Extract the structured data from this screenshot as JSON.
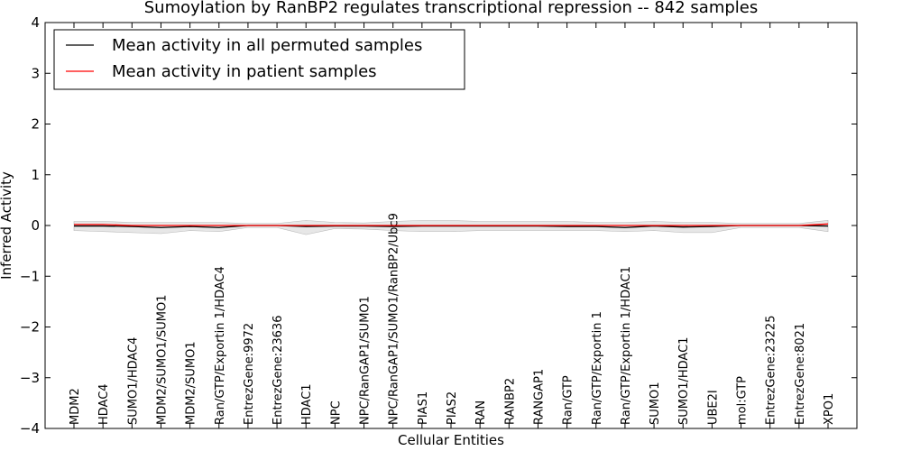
{
  "chart_data": {
    "type": "line",
    "title": "Sumoylation by RanBP2 regulates transcriptional repression -- 842 samples",
    "xlabel": "Cellular Entities",
    "ylabel": "Inferred Activity",
    "ylim": [
      -4,
      4
    ],
    "yticks": [
      "−4",
      "−3",
      "−2",
      "−1",
      "0",
      "1",
      "2",
      "3",
      "4"
    ],
    "grid": false,
    "legend_position": "top-left",
    "categories": [
      "MDM2",
      "HDAC4",
      "SUMO1/HDAC4",
      "MDM2/SUMO1/SUMO1",
      "MDM2/SUMO1",
      "Ran/GTP/Exportin 1/HDAC4",
      "EntrezGene:9972",
      "EntrezGene:23636",
      "HDAC1",
      "NPC",
      "NPC/RanGAP1/SUMO1",
      "NPC/RanGAP1/SUMO1/RanBP2/Ubc9",
      "PIAS1",
      "PIAS2",
      "RAN",
      "RANBP2",
      "RANGAP1",
      "Ran/GTP",
      "Ran/GTP/Exportin 1",
      "Ran/GTP/Exportin 1/HDAC1",
      "SUMO1",
      "SUMO1/HDAC1",
      "UBE2I",
      "mol:GTP",
      "EntrezGene:23225",
      "EntrezGene:8021",
      "XPO1"
    ],
    "series": [
      {
        "name": "Mean activity in all permuted samples",
        "color": "#000000",
        "values": [
          -0.01,
          -0.01,
          -0.02,
          -0.04,
          -0.02,
          -0.04,
          0.0,
          0.0,
          -0.02,
          -0.01,
          -0.01,
          -0.02,
          -0.01,
          -0.01,
          -0.01,
          -0.01,
          -0.01,
          -0.02,
          -0.02,
          -0.04,
          -0.01,
          -0.03,
          -0.02,
          0.0,
          0.0,
          0.0,
          -0.01
        ]
      },
      {
        "name": "Mean activity in patient samples",
        "color": "#ff0000",
        "values": [
          0.02,
          0.02,
          0.0,
          0.0,
          0.0,
          0.0,
          0.0,
          0.0,
          0.0,
          0.0,
          0.0,
          0.0,
          0.0,
          0.0,
          0.0,
          0.0,
          0.0,
          0.0,
          0.0,
          0.0,
          0.0,
          0.0,
          0.0,
          0.0,
          0.0,
          0.0,
          0.03
        ]
      }
    ],
    "band": {
      "color": "#d3d3d3",
      "upper": [
        0.08,
        0.08,
        0.06,
        0.06,
        0.06,
        0.06,
        0.04,
        0.04,
        0.1,
        0.06,
        0.05,
        0.08,
        0.1,
        0.1,
        0.08,
        0.08,
        0.08,
        0.08,
        0.06,
        0.06,
        0.08,
        0.06,
        0.06,
        0.04,
        0.04,
        0.04,
        0.1
      ],
      "lower": [
        -0.1,
        -0.12,
        -0.14,
        -0.16,
        -0.1,
        -0.12,
        -0.04,
        -0.04,
        -0.18,
        -0.06,
        -0.07,
        -0.1,
        -0.12,
        -0.12,
        -0.1,
        -0.1,
        -0.1,
        -0.1,
        -0.1,
        -0.12,
        -0.1,
        -0.14,
        -0.14,
        -0.04,
        -0.04,
        -0.04,
        -0.12
      ]
    }
  }
}
